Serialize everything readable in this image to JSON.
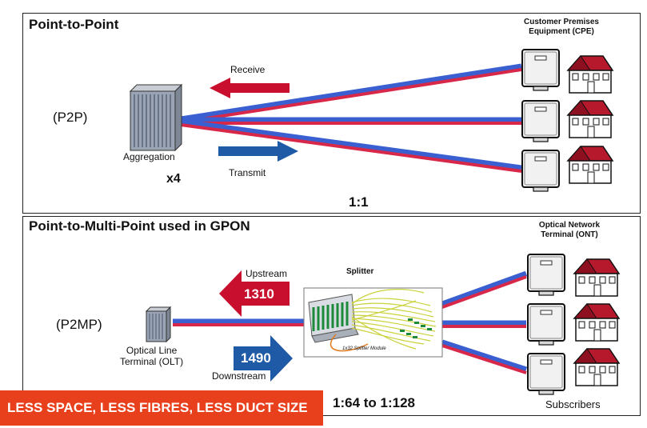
{
  "p2p": {
    "title": "Point-to-Point",
    "mode_label": "(P2P)",
    "aggregation_label": "Aggregation",
    "multiplier": "x4",
    "receive_label": "Receive",
    "transmit_label": "Transmit",
    "ratio": "1:1",
    "cpe_label_line1": "Customer Premises",
    "cpe_label_line2": "Equipment (CPE)"
  },
  "p2mp": {
    "title": "Point-to-Multi-Point used in GPON",
    "mode_label": "(P2MP)",
    "upstream_label": "Upstream",
    "upstream_wavelength": "1310",
    "downstream_label": "Downstream",
    "downstream_wavelength": "1490",
    "splitter_label": "Splitter",
    "splitter_caption": "1x32 Splitter Module",
    "olt_label_line1": "Optical Line",
    "olt_label_line2": "Terminal (OLT)",
    "ont_label_line1": "Optical Network",
    "ont_label_line2": "Terminal (ONT)",
    "subscribers_label": "Subscribers",
    "ratio": "1:64 to 1:128"
  },
  "banner": {
    "text": "LESS SPACE, LESS FIBRES, LESS DUCT SIZE"
  },
  "colors": {
    "fiber_red": "#d8284a",
    "fiber_blue": "#3a5fd0",
    "receive_arrow": "#c8102e",
    "transmit_arrow": "#1f5aa6",
    "banner_bg": "#e8401c",
    "house_roof": "#b5192b"
  }
}
